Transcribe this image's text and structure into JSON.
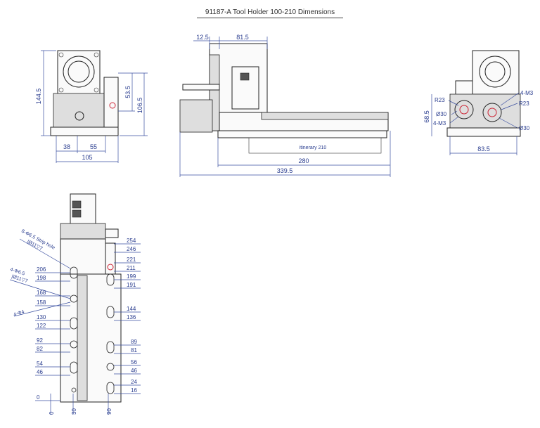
{
  "title": "91187-A Tool Holder 100-210 Dimensions",
  "front_view": {
    "height_total": "144.5",
    "height_upper": "53.5",
    "height_right": "106.5",
    "width_left": "38",
    "width_mid": "55",
    "width_total": "105"
  },
  "side_view": {
    "top_left": "12.5",
    "top_right": "81.5",
    "itinerary": "itinerary 210",
    "length_280": "280",
    "length_total": "339.5"
  },
  "end_view": {
    "r23_left": "R23",
    "r23_right": "R23",
    "m3_left": "4-M3",
    "m3_right": "4-M3",
    "d30_left": "Ø30",
    "d30_right": "Ø30",
    "height": "68.5",
    "width": "83.5"
  },
  "bottom_view": {
    "strip_hole": "8-Φ6.5 Strip hole",
    "strip_depth": "|Ø11▽7",
    "hole_65": "4-Φ6.5",
    "hole_65_depth": "|Ø11▽7",
    "hole_4": "4-Φ4",
    "left_labels": [
      "206",
      "198",
      "168",
      "158",
      "130",
      "122",
      "92",
      "82",
      "54",
      "46",
      "0"
    ],
    "right_labels": [
      "254",
      "246",
      "221",
      "211",
      "199",
      "191",
      "144",
      "136",
      "89",
      "81",
      "56",
      "46",
      "24",
      "16"
    ],
    "bottom_labels": [
      "0",
      "30",
      "90"
    ]
  }
}
